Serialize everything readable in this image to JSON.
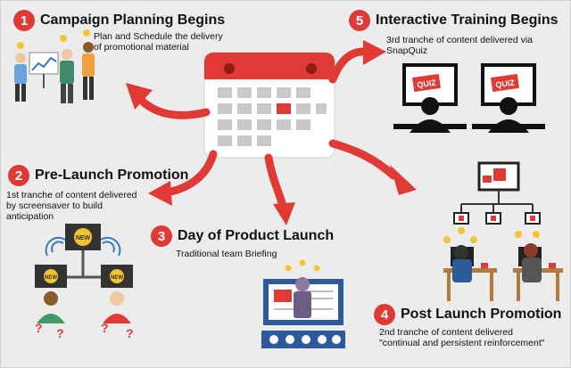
{
  "steps": [
    {
      "number": "1",
      "title": "Campaign Planning Begins",
      "desc": [
        "Plan and Schedule the delivery",
        "of promotional material"
      ]
    },
    {
      "number": "2",
      "title": "Pre-Launch Promotion",
      "desc": [
        "1st tranche of content delivered",
        "by screensaver to build",
        "anticipation"
      ]
    },
    {
      "number": "3",
      "title": "Day of Product Launch",
      "desc": [
        "Traditional team Briefing"
      ]
    },
    {
      "number": "4",
      "title": "Post Launch Promotion",
      "desc": [
        "2nd tranche of content delivered",
        "\"continual and persistent reinforcement\""
      ]
    },
    {
      "number": "5",
      "title": "Interactive Training Begins",
      "desc": [
        "3rd tranche of content delivered via",
        "SnapQuiz"
      ]
    }
  ],
  "icons": {
    "screen_new": "NEW",
    "quiz": "QUIZ",
    "question": "?"
  },
  "colors": {
    "accent": "#e03a36",
    "background": "#ececec"
  }
}
